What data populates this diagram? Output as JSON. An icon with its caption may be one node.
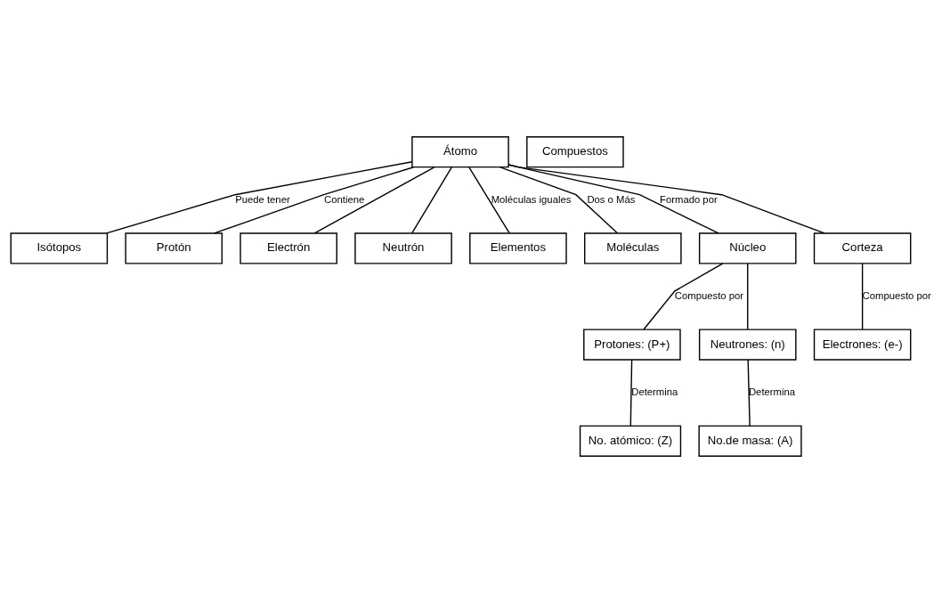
{
  "diagram": {
    "nodes": [
      {
        "text": [
          "Isótopos"
        ]
      },
      {
        "text": [
          "Protón"
        ]
      },
      {
        "text": [
          "Electrón"
        ]
      },
      {
        "text": [
          "Neutrón"
        ]
      },
      {
        "text": [
          "Átomo"
        ]
      },
      {
        "text": [
          "Elementos"
        ]
      },
      {
        "text": [
          "Moléculas"
        ]
      },
      {
        "text": [
          "Compuestos"
        ]
      },
      {
        "text": [
          "Núcleo"
        ]
      },
      {
        "text": [
          "Corteza"
        ]
      },
      {
        "text": [
          "Protones: (P+)"
        ]
      },
      {
        "text": [
          "Neutrones: (n)"
        ]
      },
      {
        "text": [
          "Electrones: (e-)"
        ]
      },
      {
        "text": [
          "No. atómico: (Z)"
        ]
      },
      {
        "text": [
          "No.de masa: (A)"
        ]
      }
    ],
    "edges": [
      {
        "from": 4,
        "to": 0,
        "arrow": "none",
        "label": "Puede tener"
      },
      {
        "from": 4,
        "to": 1,
        "arrow": "none",
        "label": "Contiene"
      },
      {
        "from": 4,
        "to": 2,
        "arrow": "none"
      },
      {
        "from": 4,
        "to": 3,
        "arrow": "none"
      },
      {
        "from": 4,
        "to": 5,
        "arrow": "none",
        "label": "Moléculas iguales"
      },
      {
        "from": 4,
        "to": 6,
        "arrow": "none",
        "label": "Dos o Más"
      },
      {
        "from": 4,
        "to": 8,
        "arrow": "none",
        "label": "Formado por"
      },
      {
        "from": 4,
        "to": 9,
        "arrow": "none"
      },
      {
        "from": 8,
        "to": 10,
        "arrow": "none",
        "label": "Compuesto por"
      },
      {
        "from": 8,
        "to": 11,
        "arrow": "none"
      },
      {
        "from": 9,
        "to": 12,
        "arrow": "none",
        "label": "Compuesto por"
      },
      {
        "from": 10,
        "to": 13,
        "arrow": "none",
        "label": "Determina"
      },
      {
        "from": 11,
        "to": 14,
        "arrow": "none",
        "label": "Determina"
      }
    ]
  }
}
